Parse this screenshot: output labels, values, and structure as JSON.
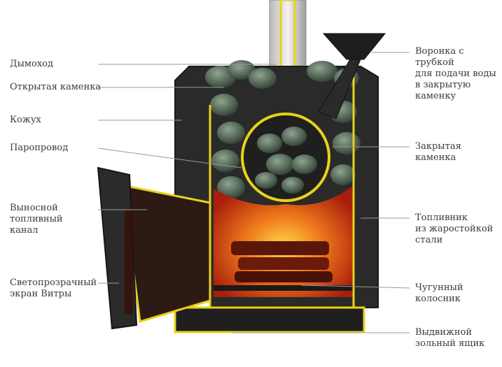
{
  "labels_left": [
    {
      "key": "chimney",
      "text": "Дымоход"
    },
    {
      "key": "open_heater",
      "text": "Открытая каменка"
    },
    {
      "key": "casing",
      "text": "Кожух"
    },
    {
      "key": "steam_pipe",
      "text": "Паропровод"
    },
    {
      "key": "remote_fuel_channel",
      "text": "Выносной\nтопливный\nканал"
    },
    {
      "key": "glass_screen",
      "text": "Светопрозрачный\nэкран Витры"
    }
  ],
  "labels_right": [
    {
      "key": "funnel",
      "text": "Воронка с трубкой\nдля подачи воды\nв закрытую\nкаменку"
    },
    {
      "key": "closed_heater",
      "text": "Закрытая\nкаменка"
    },
    {
      "key": "firebox",
      "text": "Топливник\nиз жаростойкой\nстали"
    },
    {
      "key": "grate",
      "text": "Чугунный\nколосник"
    },
    {
      "key": "ash_box",
      "text": "Выдвижной\nзольный ящик"
    }
  ],
  "colors": {
    "steel": "#2b2b2b",
    "outline": "#e8d21a",
    "fire": "#e2541a",
    "stones": "#4a5e4c",
    "leader": "#9a9a9a"
  }
}
